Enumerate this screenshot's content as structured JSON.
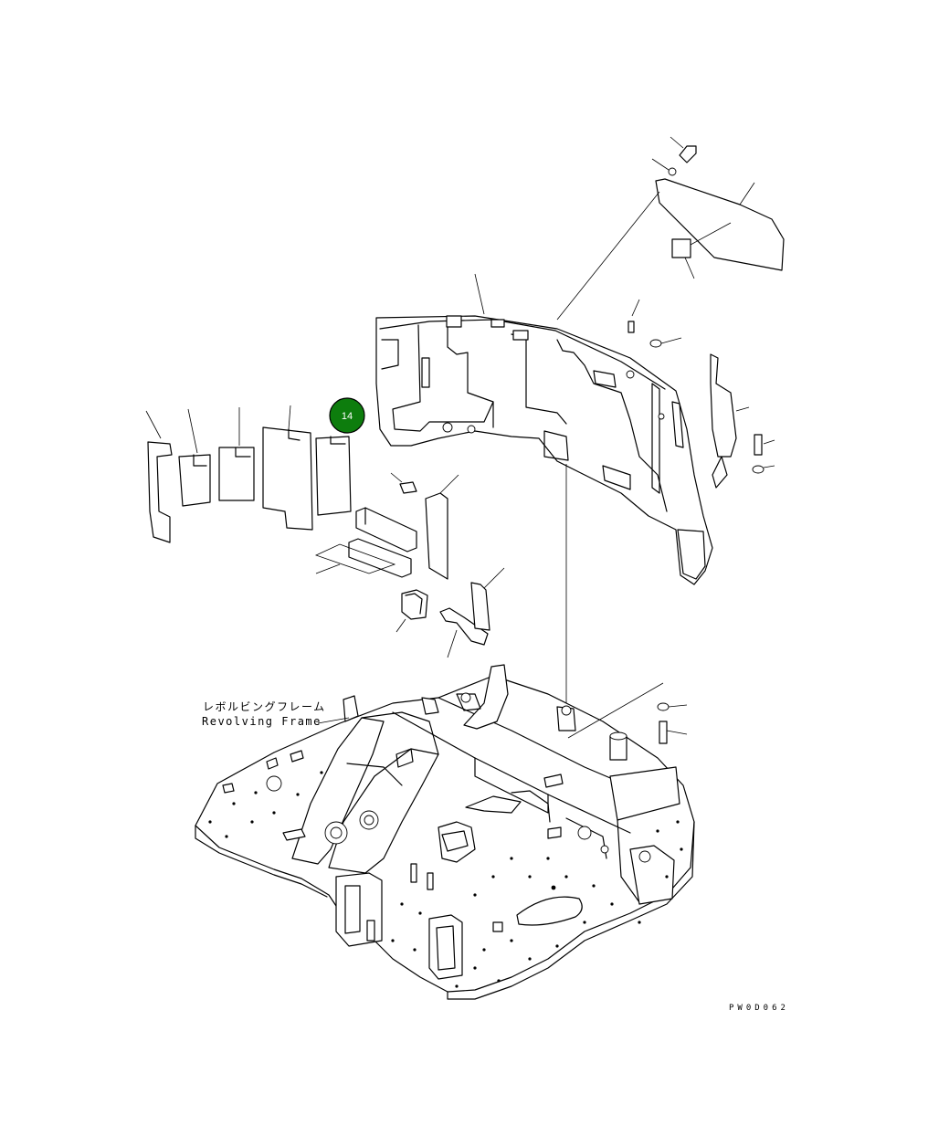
{
  "diagram": {
    "frame_label_jp": "レボルビングフレーム",
    "frame_label_en": "Revolving Frame",
    "drawing_code": "PW0D062",
    "callout": {
      "number": "14",
      "color": "#0d7d0d"
    }
  }
}
